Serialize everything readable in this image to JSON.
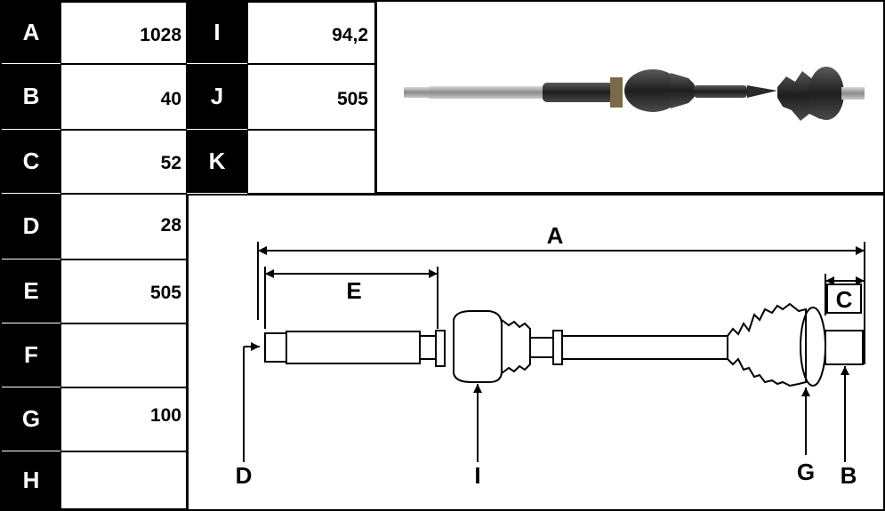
{
  "table": {
    "left": [
      {
        "letter": "A",
        "value": "1028"
      },
      {
        "letter": "B",
        "value": "40"
      },
      {
        "letter": "C",
        "value": "52"
      },
      {
        "letter": "D",
        "value": "28"
      },
      {
        "letter": "E",
        "value": "505"
      },
      {
        "letter": "F",
        "value": ""
      },
      {
        "letter": "G",
        "value": "100"
      },
      {
        "letter": "H",
        "value": ""
      }
    ],
    "right": [
      {
        "letter": "I",
        "value": "94,2"
      },
      {
        "letter": "J",
        "value": "505"
      },
      {
        "letter": "K",
        "value": ""
      }
    ]
  },
  "drawing_labels": {
    "A": "A",
    "B": "B",
    "C": "C",
    "D": "D",
    "E": "E",
    "G": "G",
    "I": "I"
  },
  "colors": {
    "ink": "#000000",
    "background": "#ffffff",
    "shaft_metal": "#9a9a9a",
    "shaft_dark": "#2a2a2a"
  }
}
